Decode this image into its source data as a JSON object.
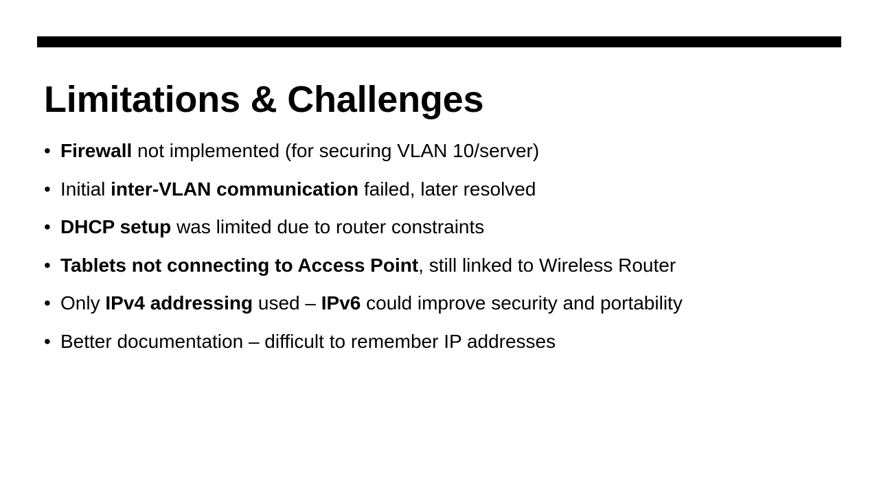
{
  "slide": {
    "title": "Limitations & Challenges",
    "bullet_glyph": "•",
    "bullets": [
      {
        "segments": [
          {
            "text": "Firewall",
            "bold": true
          },
          {
            "text": " not implemented (for securing VLAN 10/server)",
            "bold": false
          }
        ]
      },
      {
        "segments": [
          {
            "text": "Initial ",
            "bold": false
          },
          {
            "text": "inter-VLAN communication",
            "bold": true
          },
          {
            "text": " failed, later resolved",
            "bold": false
          }
        ]
      },
      {
        "segments": [
          {
            "text": "DHCP setup",
            "bold": true
          },
          {
            "text": " was limited due to router constraints",
            "bold": false
          }
        ]
      },
      {
        "segments": [
          {
            "text": "Tablets not connecting to Access Point",
            "bold": true
          },
          {
            "text": ", still linked to Wireless Router",
            "bold": false
          }
        ]
      },
      {
        "segments": [
          {
            "text": "Only ",
            "bold": false
          },
          {
            "text": "IPv4 addressing",
            "bold": true
          },
          {
            "text": " used – ",
            "bold": false
          },
          {
            "text": "IPv6",
            "bold": true
          },
          {
            "text": " could improve security and portability",
            "bold": false
          }
        ]
      },
      {
        "segments": [
          {
            "text": "Better documentation – difficult to remember IP addresses",
            "bold": false
          }
        ]
      }
    ]
  },
  "colors": {
    "background": "#ffffff",
    "text": "#000000",
    "accent_bar": "#000000"
  }
}
